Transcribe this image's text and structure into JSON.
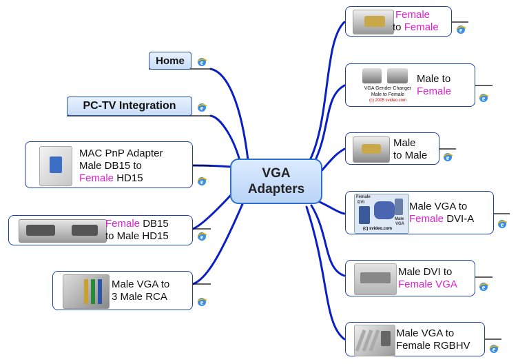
{
  "center": {
    "line1": "VGA",
    "line2": "Adapters"
  },
  "left": {
    "home": "Home",
    "pctv": "PC-TV Integration",
    "mac": {
      "line1": "MAC PnP Adapter",
      "line2": "Male DB15 to",
      "line3_a": "Female",
      "line3_b": " HD15"
    },
    "db15": {
      "line1_a": "Female",
      "line1_b": " DB15",
      "line2": "to Male HD15"
    },
    "rca": {
      "line1": "Male VGA to",
      "line2": "3 Male RCA"
    }
  },
  "right": {
    "ff": {
      "line1": "Female",
      "line2_a": "to ",
      "line2_b": "Female"
    },
    "mf": {
      "line1": "Male to",
      "line2": "Female",
      "caption1": "VGA Gender Changer",
      "caption2": "Male to Female",
      "caption3": "(c) 2005 svideo.com"
    },
    "mm": {
      "line1": "Male",
      "line2": "to Male"
    },
    "dvia": {
      "line1": "Male VGA to",
      "line2_a": "Female",
      "line2_b": " DVI-A",
      "img_female": "Female",
      "img_dvi": "DVI",
      "img_male": "Male",
      "img_vga": "VGA",
      "img_copy": "(c) svideo.com"
    },
    "dvi": {
      "line1": "Male DVI to",
      "line2": "Female VGA"
    },
    "rgbhv": {
      "line1": "Male VGA to",
      "line2": "Female RGBHV"
    }
  },
  "icons": {
    "link": "internet-explorer-icon"
  },
  "colors": {
    "branch": "#0a1fc4",
    "accent": "#e01fcf",
    "center_fill": "#c8ddf7"
  }
}
